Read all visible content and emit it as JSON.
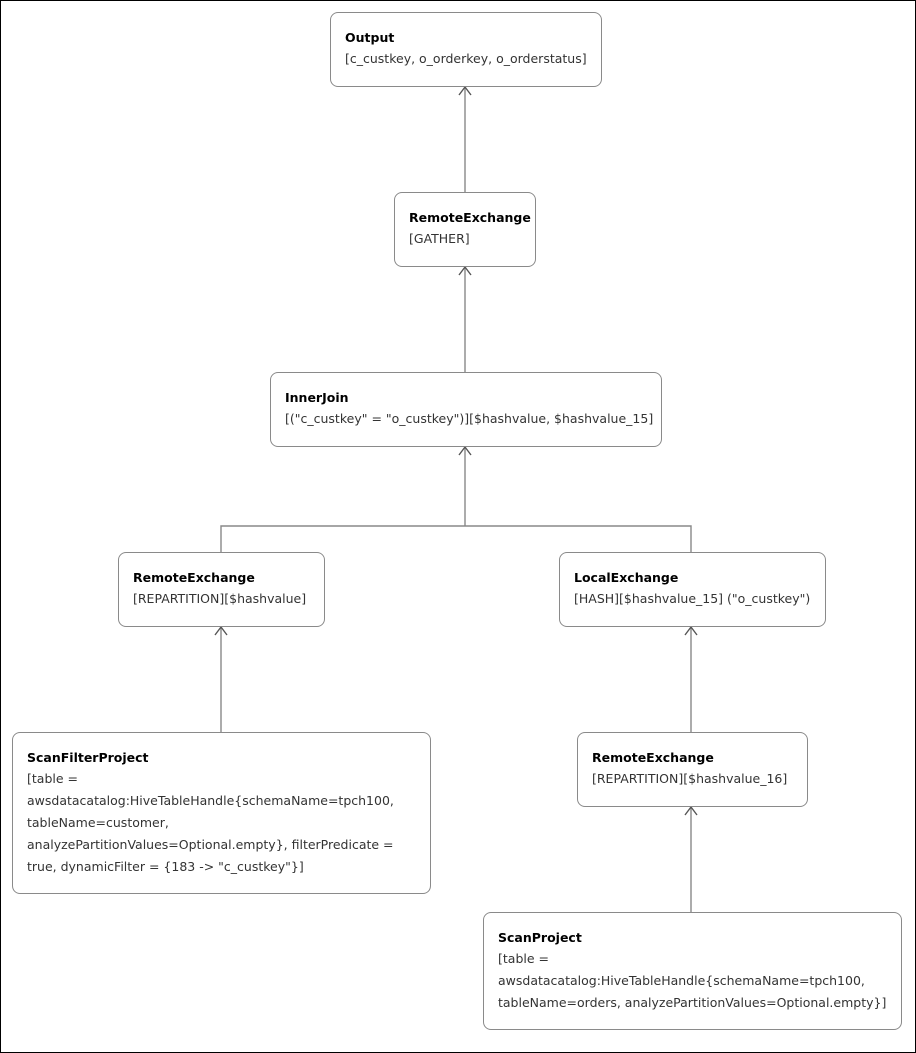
{
  "diagram": {
    "nodes": [
      {
        "id": "output",
        "title": "Output",
        "detail": [
          "[c_custkey, o_orderkey, o_orderstatus]"
        ]
      },
      {
        "id": "remote_exchange_gather",
        "title": "RemoteExchange",
        "detail": [
          "[GATHER]"
        ]
      },
      {
        "id": "inner_join",
        "title": "InnerJoin",
        "detail": [
          "[(\"c_custkey\" = \"o_custkey\")][$hashvalue, $hashvalue_15]"
        ]
      },
      {
        "id": "remote_exchange_repartition",
        "title": "RemoteExchange",
        "detail": [
          "[REPARTITION][$hashvalue]"
        ]
      },
      {
        "id": "local_exchange",
        "title": "LocalExchange",
        "detail": [
          "[HASH][$hashvalue_15] (\"o_custkey\")"
        ]
      },
      {
        "id": "scan_filter_project",
        "title": "ScanFilterProject",
        "detail": [
          "[table =",
          "awsdatacatalog:HiveTableHandle{schemaName=tpch100,",
          "tableName=customer,",
          "analyzePartitionValues=Optional.empty}, filterPredicate =",
          "true, dynamicFilter = {183 -> \"c_custkey\"}]"
        ]
      },
      {
        "id": "remote_exchange_repartition_16",
        "title": "RemoteExchange",
        "detail": [
          "[REPARTITION][$hashvalue_16]"
        ]
      },
      {
        "id": "scan_project",
        "title": "ScanProject",
        "detail": [
          "[table =",
          "awsdatacatalog:HiveTableHandle{schemaName=tpch100,",
          "tableName=orders, analyzePartitionValues=Optional.empty}]"
        ]
      }
    ],
    "edges": [
      {
        "from": "remote_exchange_gather",
        "to": "output"
      },
      {
        "from": "inner_join",
        "to": "remote_exchange_gather"
      },
      {
        "from": "remote_exchange_repartition",
        "to": "inner_join"
      },
      {
        "from": "local_exchange",
        "to": "inner_join"
      },
      {
        "from": "scan_filter_project",
        "to": "remote_exchange_repartition"
      },
      {
        "from": "remote_exchange_repartition_16",
        "to": "local_exchange"
      },
      {
        "from": "scan_project",
        "to": "remote_exchange_repartition_16"
      }
    ],
    "colors": {
      "edge": "#888888",
      "node_border": "#8a8a8a",
      "title_text": "#000000",
      "detail_text": "#333333"
    }
  }
}
